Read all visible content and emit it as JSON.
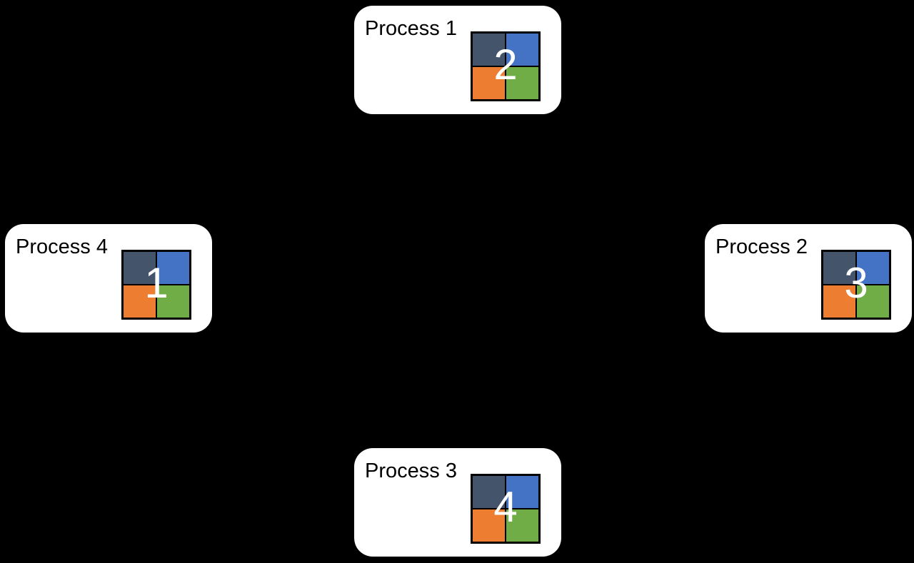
{
  "diagram": {
    "background": "#000000",
    "node_fill": "#ffffff",
    "label_color": "#000000",
    "number_color": "#ffffff"
  },
  "nodes": [
    {
      "label": "Process 1",
      "number": "2",
      "position": "top"
    },
    {
      "label": "Process 2",
      "number": "3",
      "position": "right"
    },
    {
      "label": "Process 3",
      "number": "4",
      "position": "bottom"
    },
    {
      "label": "Process 4",
      "number": "1",
      "position": "left"
    }
  ],
  "grid_icon": {
    "top_left": "#44546A",
    "top_right": "#4472C4",
    "bottom_left": "#ED7D31",
    "bottom_right": "#70AD47",
    "border": "#000000"
  }
}
